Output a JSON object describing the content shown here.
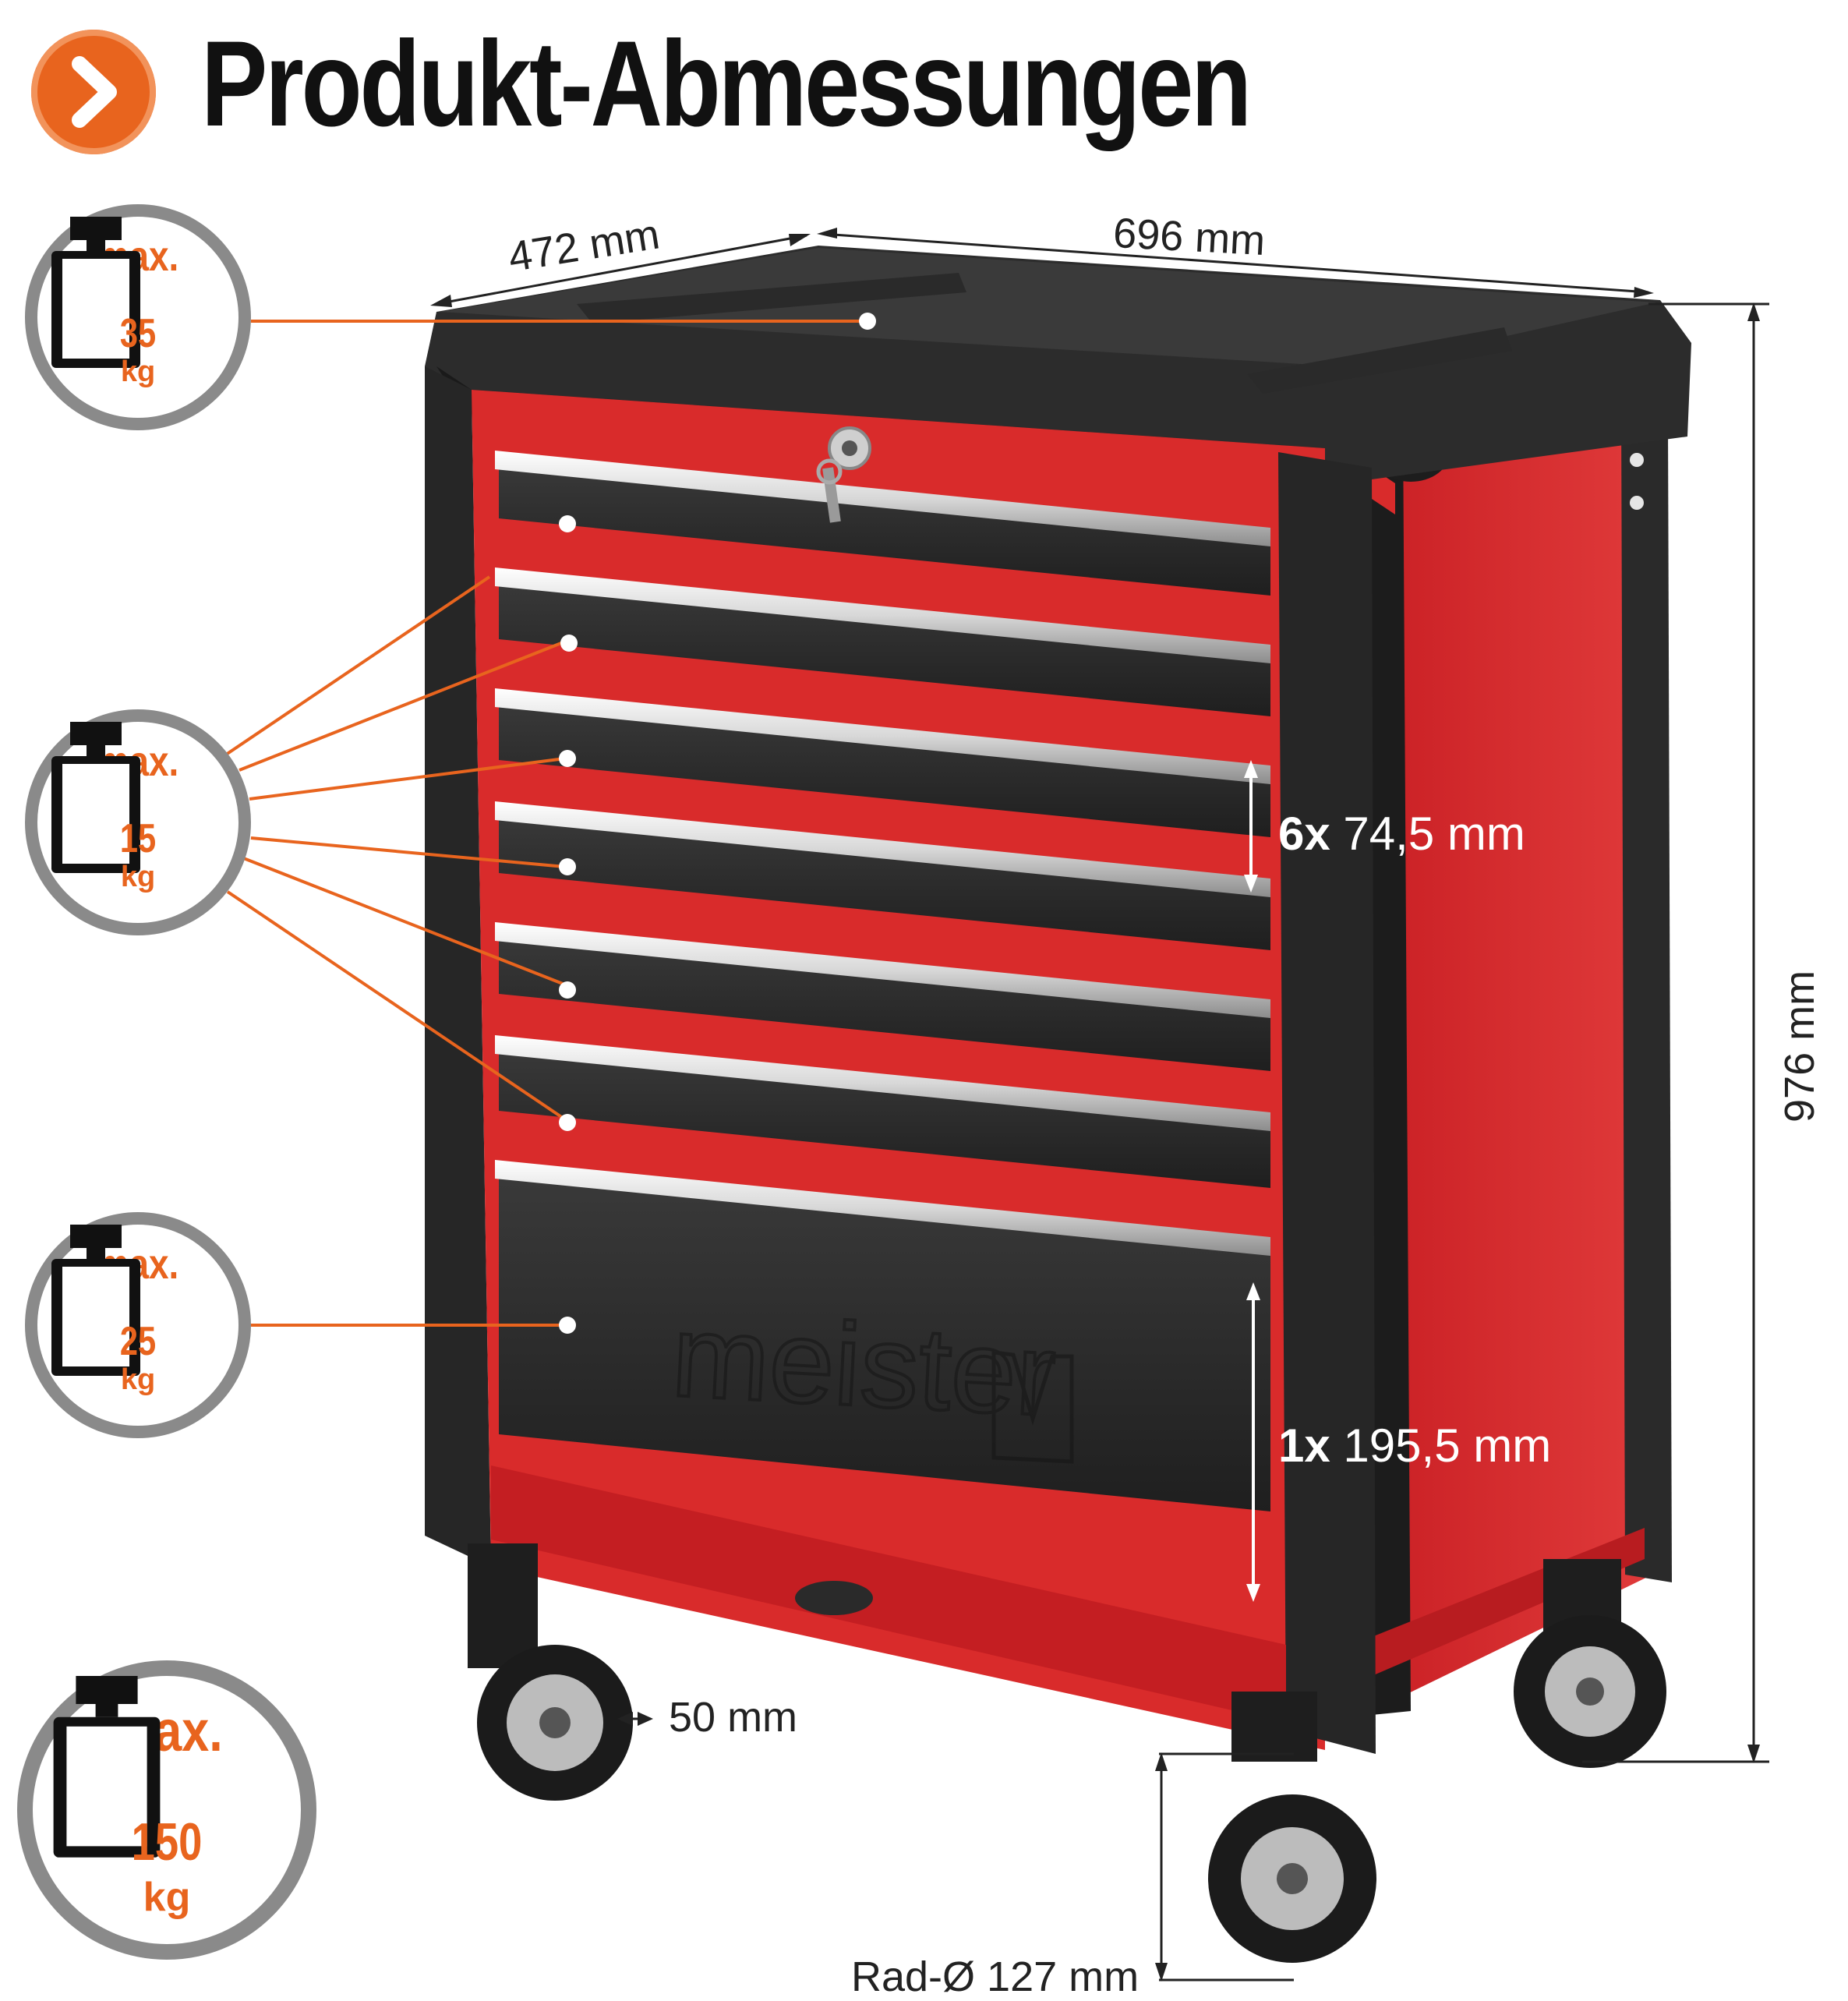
{
  "header": {
    "title": "Produkt-Abmessungen"
  },
  "badges": {
    "top_tray": {
      "max_label": "max.",
      "weight": "35",
      "unit": "kg"
    },
    "drawers_small": {
      "max_label": "max.",
      "weight": "15",
      "unit": "kg"
    },
    "drawer_large": {
      "max_label": "max.",
      "weight": "25",
      "unit": "kg"
    },
    "total": {
      "max_label": "max.",
      "weight": "150",
      "unit": "kg"
    }
  },
  "dimensions": {
    "depth": "472 mm",
    "width": "696 mm",
    "height": "976 mm",
    "small_drawer_count": "6x",
    "small_drawer_height": "74,5 mm",
    "large_drawer_count": "1x",
    "large_drawer_height": "195,5 mm",
    "wheel_width": "50 mm",
    "wheel_diameter": "Rad-Ø 127 mm"
  },
  "branding": {
    "logo_text": "meister"
  },
  "colors": {
    "accent_orange": "#e8641e",
    "frame_red": "#d92b2b",
    "body_black": "#2a2a2a",
    "badge_gray": "#8a8a8a"
  }
}
